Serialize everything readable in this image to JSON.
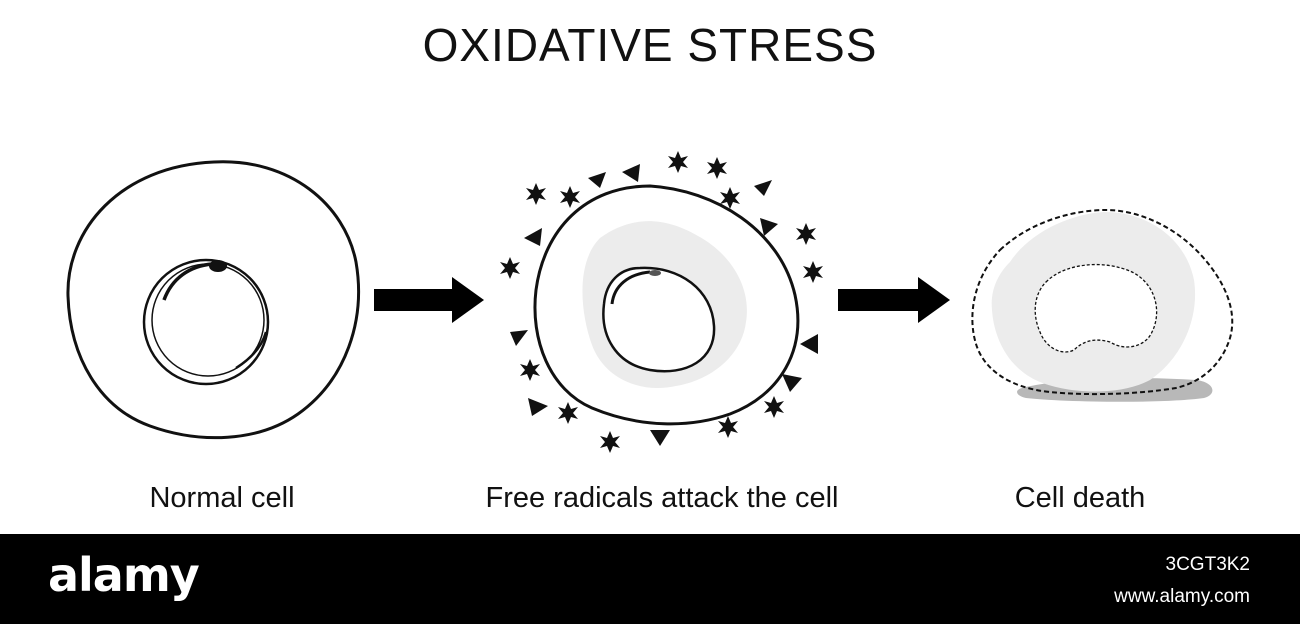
{
  "title": "OXIDATIVE STRESS",
  "captions": {
    "normal": "Normal cell",
    "attack": "Free radicals attack the cell",
    "death": "Cell death"
  },
  "footer": {
    "brand": "alamy",
    "image_id": "3CGT3K2",
    "site": "www.alamy.com"
  },
  "colors": {
    "ink": "#111111",
    "damage_gray": "#ececec",
    "shadow_gray": "#b8b8b8",
    "footer_bg": "#000000"
  }
}
